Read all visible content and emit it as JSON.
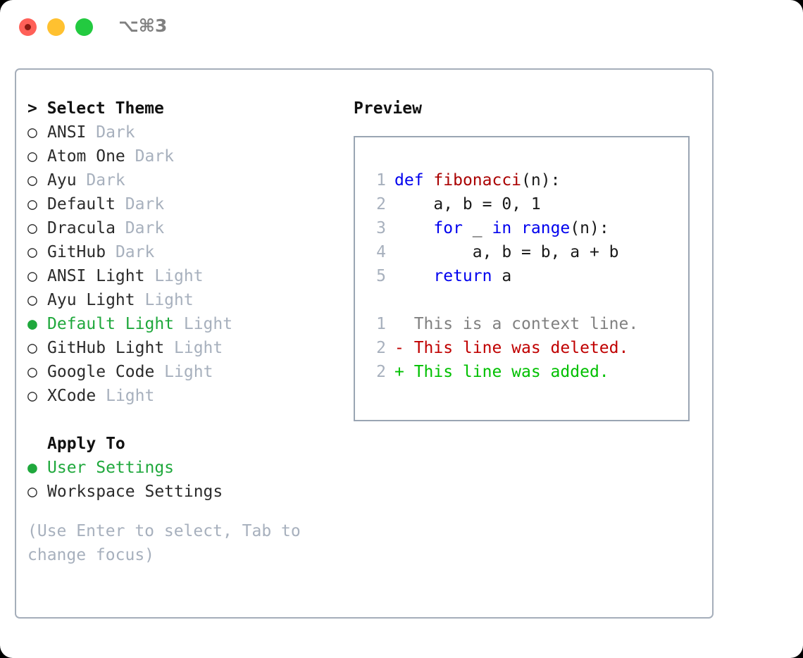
{
  "titlebar": {
    "shortcut": "⌥⌘3",
    "buttons": [
      {
        "name": "close",
        "color": "#ff6058"
      },
      {
        "name": "minimize",
        "color": "#ffc130"
      },
      {
        "name": "maximize",
        "color": "#23ca40"
      }
    ]
  },
  "colors": {
    "selected_green": "#1fa83c",
    "muted": "#a7b0bd",
    "keyword_blue": "#0000ee",
    "function_red": "#aa0000",
    "diff_deleted": "#c00000",
    "diff_added": "#00c000",
    "border": "#a5aeba"
  },
  "theme_list": {
    "header": "> Select Theme",
    "items": [
      {
        "bullet": "○",
        "label": "ANSI",
        "suffix": "Dark",
        "selected": false
      },
      {
        "bullet": "○",
        "label": "Atom One",
        "suffix": "Dark",
        "selected": false
      },
      {
        "bullet": "○",
        "label": "Ayu",
        "suffix": "Dark",
        "selected": false
      },
      {
        "bullet": "○",
        "label": "Default",
        "suffix": "Dark",
        "selected": false
      },
      {
        "bullet": "○",
        "label": "Dracula",
        "suffix": "Dark",
        "selected": false
      },
      {
        "bullet": "○",
        "label": "GitHub",
        "suffix": "Dark",
        "selected": false
      },
      {
        "bullet": "○",
        "label": "ANSI Light",
        "suffix": "Light",
        "selected": false
      },
      {
        "bullet": "○",
        "label": "Ayu Light",
        "suffix": "Light",
        "selected": false
      },
      {
        "bullet": "●",
        "label": "Default Light",
        "suffix": "Light",
        "selected": true
      },
      {
        "bullet": "○",
        "label": "GitHub Light",
        "suffix": "Light",
        "selected": false
      },
      {
        "bullet": "○",
        "label": "Google Code",
        "suffix": "Light",
        "selected": false
      },
      {
        "bullet": "○",
        "label": "XCode",
        "suffix": "Light",
        "selected": false
      }
    ]
  },
  "apply_to": {
    "header": "Apply To",
    "items": [
      {
        "bullet": "●",
        "label": "User Settings",
        "selected": true
      },
      {
        "bullet": "○",
        "label": "Workspace Settings",
        "selected": false
      }
    ]
  },
  "hint": "(Use Enter to select, Tab to change focus)",
  "preview": {
    "title": "Preview",
    "code_lines": [
      {
        "num": "1",
        "tokens": [
          {
            "t": "def",
            "c": "kw"
          },
          {
            "t": " ",
            "c": "plain"
          },
          {
            "t": "fibonacci",
            "c": "fn"
          },
          {
            "t": "(n):",
            "c": "plain"
          }
        ]
      },
      {
        "num": "2",
        "tokens": [
          {
            "t": "    a, b = 0, 1",
            "c": "plain"
          }
        ]
      },
      {
        "num": "3",
        "tokens": [
          {
            "t": "    ",
            "c": "plain"
          },
          {
            "t": "for",
            "c": "kw"
          },
          {
            "t": " _ ",
            "c": "plain"
          },
          {
            "t": "in",
            "c": "kw"
          },
          {
            "t": " ",
            "c": "plain"
          },
          {
            "t": "range",
            "c": "kw"
          },
          {
            "t": "(n):",
            "c": "plain"
          }
        ]
      },
      {
        "num": "4",
        "tokens": [
          {
            "t": "        a, b = b, a + b",
            "c": "plain"
          }
        ]
      },
      {
        "num": "5",
        "tokens": [
          {
            "t": "    ",
            "c": "plain"
          },
          {
            "t": "return",
            "c": "kw"
          },
          {
            "t": " a",
            "c": "plain"
          }
        ]
      }
    ],
    "diff_lines": [
      {
        "num": "1",
        "tokens": [
          {
            "t": "  This is a context line.",
            "c": "ctx"
          }
        ]
      },
      {
        "num": "2",
        "tokens": [
          {
            "t": "- This line was deleted.",
            "c": "del"
          }
        ]
      },
      {
        "num": "2",
        "tokens": [
          {
            "t": "+ This line was added.",
            "c": "add"
          }
        ]
      }
    ]
  }
}
